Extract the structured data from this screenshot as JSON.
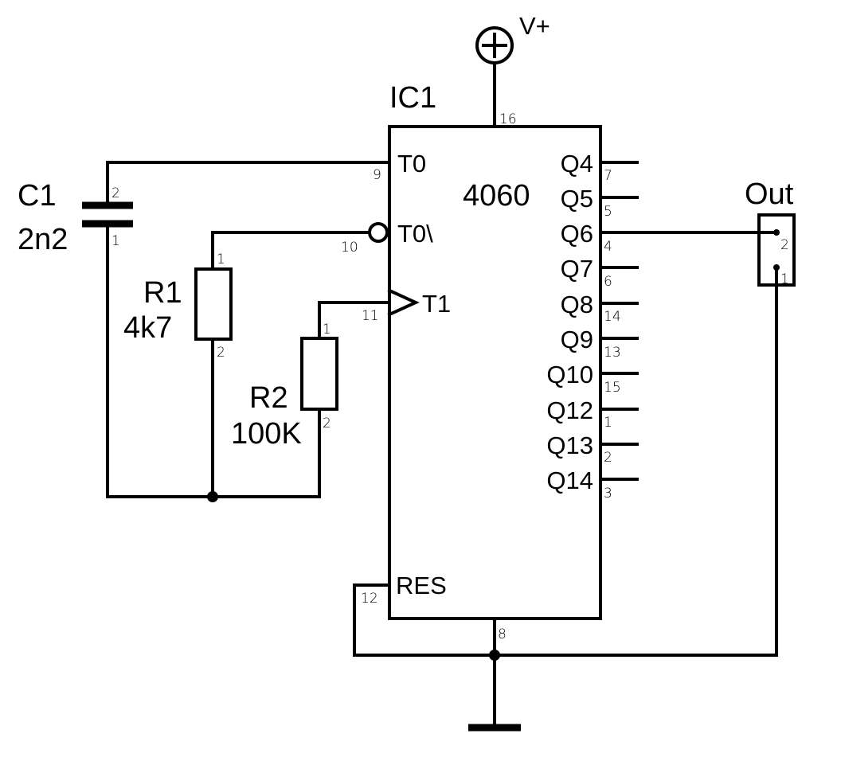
{
  "supply": {
    "label": "V+",
    "pin": "16"
  },
  "ic": {
    "ref": "IC1",
    "part": "4060",
    "left_pins": [
      {
        "name": "T0",
        "num": "9"
      },
      {
        "name": "T0\\",
        "num": "10"
      },
      {
        "name": "T1",
        "num": "11"
      },
      {
        "name": "RES",
        "num": "12"
      }
    ],
    "right_pins": [
      {
        "name": "Q4",
        "num": "7"
      },
      {
        "name": "Q5",
        "num": "5"
      },
      {
        "name": "Q6",
        "num": "4"
      },
      {
        "name": "Q7",
        "num": "6"
      },
      {
        "name": "Q8",
        "num": "14"
      },
      {
        "name": "Q9",
        "num": "13"
      },
      {
        "name": "Q10",
        "num": "15"
      },
      {
        "name": "Q12",
        "num": "1"
      },
      {
        "name": "Q13",
        "num": "2"
      },
      {
        "name": "Q14",
        "num": "3"
      }
    ],
    "bottom_pin": "8"
  },
  "c1": {
    "ref": "C1",
    "value": "2n2",
    "pin_top": "2",
    "pin_bottom": "1"
  },
  "r1": {
    "ref": "R1",
    "value": "4k7",
    "pin_top": "1",
    "pin_bottom": "2"
  },
  "r2": {
    "ref": "R2",
    "value": "100K",
    "pin_top": "1",
    "pin_bottom": "2"
  },
  "out": {
    "label": "Out",
    "pin_top": "2",
    "pin_bottom": "1"
  }
}
